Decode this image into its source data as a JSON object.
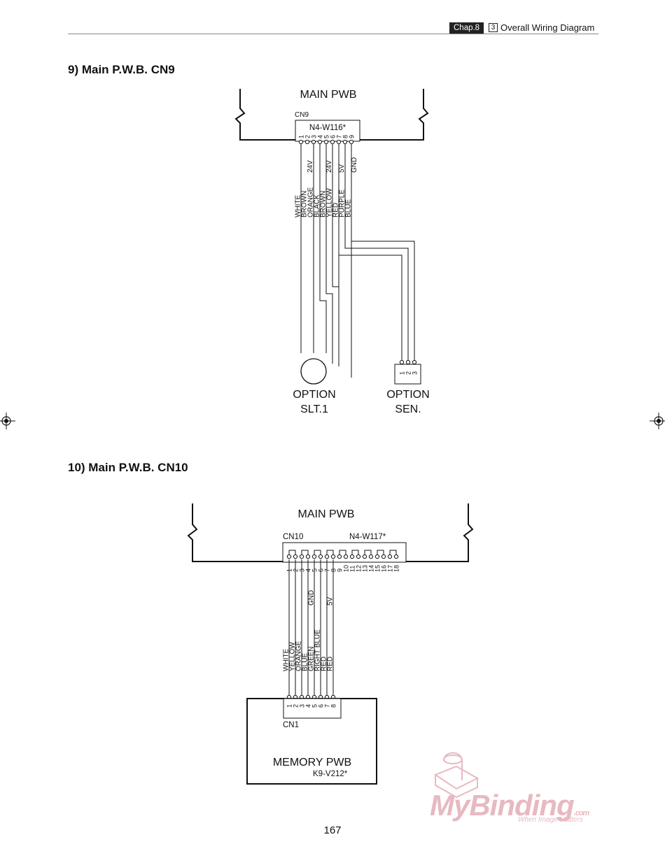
{
  "header": {
    "chapter_badge": "Chap.8",
    "section_number": "3",
    "title": "Overall Wiring Diagram"
  },
  "section_9": {
    "title": "9) Main P.W.B. CN9",
    "board_label": "MAIN PWB",
    "connector_label": "CN9",
    "harness_label": "N4-W116*",
    "pins": [
      "1",
      "2",
      "3",
      "4",
      "5",
      "6",
      "7",
      "8",
      "9"
    ],
    "wire_colors": [
      "WHITE",
      "BROWN",
      "ORANGE",
      "BLACK",
      "BROWN",
      "YELLOW",
      "RED",
      "PURPLE",
      "BLUE"
    ],
    "voltage_labels": {
      "pin2": "24V",
      "pin5": "24V",
      "pin7": "5V",
      "pin9": "GND"
    },
    "option_slt_line1": "OPTION",
    "option_slt_line2": "SLT.1",
    "option_sen_line1": "OPTION",
    "option_sen_line2": "SEN.",
    "sen_pins": [
      "1",
      "2",
      "3"
    ]
  },
  "section_10": {
    "title": "10) Main P.W.B. CN10",
    "board_label": "MAIN PWB",
    "connector_label": "CN10",
    "harness_label": "N4-W117*",
    "pins": [
      "1",
      "2",
      "3",
      "4",
      "5",
      "6",
      "7",
      "8",
      "9",
      "10",
      "11",
      "12",
      "13",
      "14",
      "15",
      "16",
      "17",
      "18"
    ],
    "wire_colors": [
      "WHITE",
      "YELLOW",
      "ORANGE",
      "BLUE",
      "GREEN",
      "RIGHT BLUE",
      "RED",
      "RED"
    ],
    "voltage_labels": {
      "pin5": "GND",
      "pin8": "5V"
    },
    "memory_board_label": "MEMORY PWB",
    "memory_board_part": "K9-V212*",
    "memory_connector_label": "CN1",
    "memory_pins": [
      "1",
      "2",
      "3",
      "4",
      "5",
      "6",
      "7",
      "8"
    ]
  },
  "page_number": "167",
  "watermark": {
    "brand": "MyBinding",
    "suffix": ".com",
    "tagline": "When Image Matters"
  },
  "colors": {
    "ink": "#111111",
    "watermark": "#e7b9c1"
  }
}
